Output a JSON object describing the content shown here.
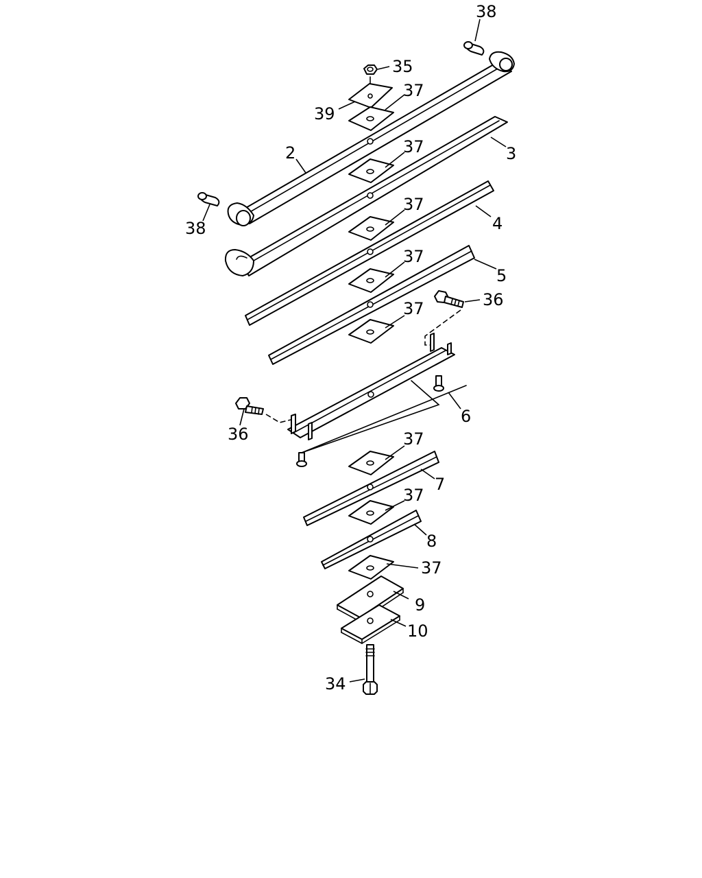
{
  "callouts": {
    "c38_top": "38",
    "c35": "35",
    "c37_a": "37",
    "c39": "39",
    "c2": "2",
    "c37_b": "37",
    "c3": "3",
    "c38_left": "38",
    "c37_c": "37",
    "c4": "4",
    "c37_d": "37",
    "c5": "5",
    "c36_right": "36",
    "c37_e": "37",
    "c6": "6",
    "c36_left": "36",
    "c37_f": "37",
    "c7": "7",
    "c37_g": "37",
    "c8": "8",
    "c37_h": "37",
    "c9": "9",
    "c10": "10",
    "c34": "34"
  }
}
